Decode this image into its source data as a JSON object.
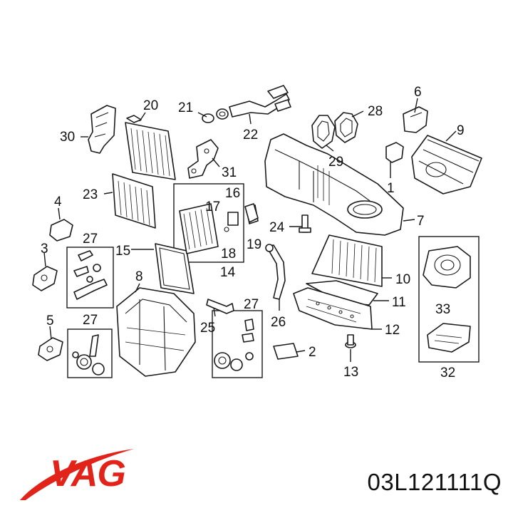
{
  "brand": {
    "name": "VAG",
    "color": "#e2231a"
  },
  "part_number": "03L121111Q",
  "callouts": {
    "c1": "1",
    "c2": "2",
    "c3": "3",
    "c4": "4",
    "c5": "5",
    "c6": "6",
    "c7": "7",
    "c8": "8",
    "c9": "9",
    "c10": "10",
    "c11": "11",
    "c12": "12",
    "c13": "13",
    "c14": "14",
    "c15": "15",
    "c16": "16",
    "c17": "17",
    "c18": "18",
    "c19": "19",
    "c20": "20",
    "c21": "21",
    "c22": "22",
    "c23": "23",
    "c24": "24",
    "c25": "25",
    "c26": "26",
    "c27a": "27",
    "c27b": "27",
    "c27c": "27",
    "c28": "28",
    "c29": "29",
    "c30": "30",
    "c31": "31",
    "c32": "32",
    "c33": "33"
  }
}
